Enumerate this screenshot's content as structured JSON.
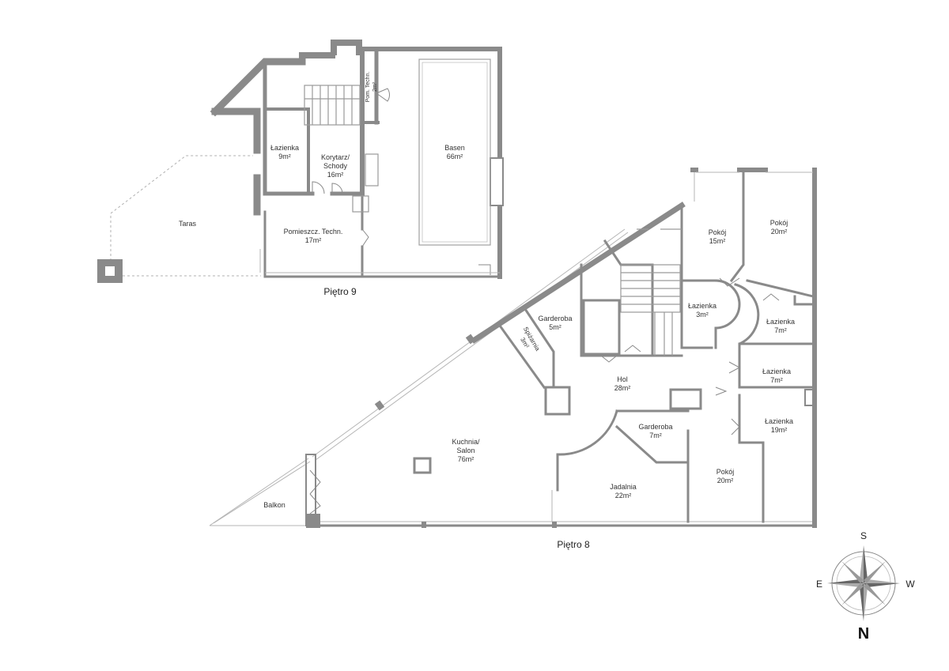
{
  "floors": {
    "upper": {
      "label": "Piętro 9"
    },
    "lower": {
      "label": "Piętro 8"
    }
  },
  "rooms": {
    "lazienka_9": {
      "name": "Łazienka",
      "area": "9m²"
    },
    "korytarz": {
      "name": "Korytarz/",
      "name2": "Schody",
      "area": "16m²"
    },
    "pom_techn_s": {
      "name": "Pom. Techn.",
      "area": "2m²"
    },
    "basen": {
      "name": "Basen",
      "area": "66m²"
    },
    "taras": {
      "name": "Taras"
    },
    "pom_techn": {
      "name": "Pomieszcz. Techn.",
      "area": "17m²"
    },
    "pokoj_15": {
      "name": "Pokój",
      "area": "15m²"
    },
    "pokoj_20a": {
      "name": "Pokój",
      "area": "20m²"
    },
    "lazienka_3": {
      "name": "Łazienka",
      "area": "3m²"
    },
    "lazienka_7a": {
      "name": "Łazienka",
      "area": "7m²"
    },
    "garderoba_5": {
      "name": "Garderoba",
      "area": "5m²"
    },
    "spizarnia": {
      "name": "Spiżarnia",
      "area": "3m²"
    },
    "lazienka_7b": {
      "name": "Łazienka",
      "area": "7m²"
    },
    "hol": {
      "name": "Hol",
      "area": "28m²"
    },
    "lazienka_19": {
      "name": "Łazienka",
      "area": "19m²"
    },
    "garderoba_7": {
      "name": "Garderoba",
      "area": "7m²"
    },
    "kuchnia": {
      "name": "Kuchnia/",
      "name2": "Salon",
      "area": "76m²"
    },
    "pokoj_20b": {
      "name": "Pokój",
      "area": "20m²"
    },
    "jadalnia": {
      "name": "Jadalnia",
      "area": "22m²"
    },
    "balkon": {
      "name": "Balkon"
    }
  },
  "compass": {
    "top": "S",
    "left": "E",
    "right": "W",
    "north": "N"
  }
}
